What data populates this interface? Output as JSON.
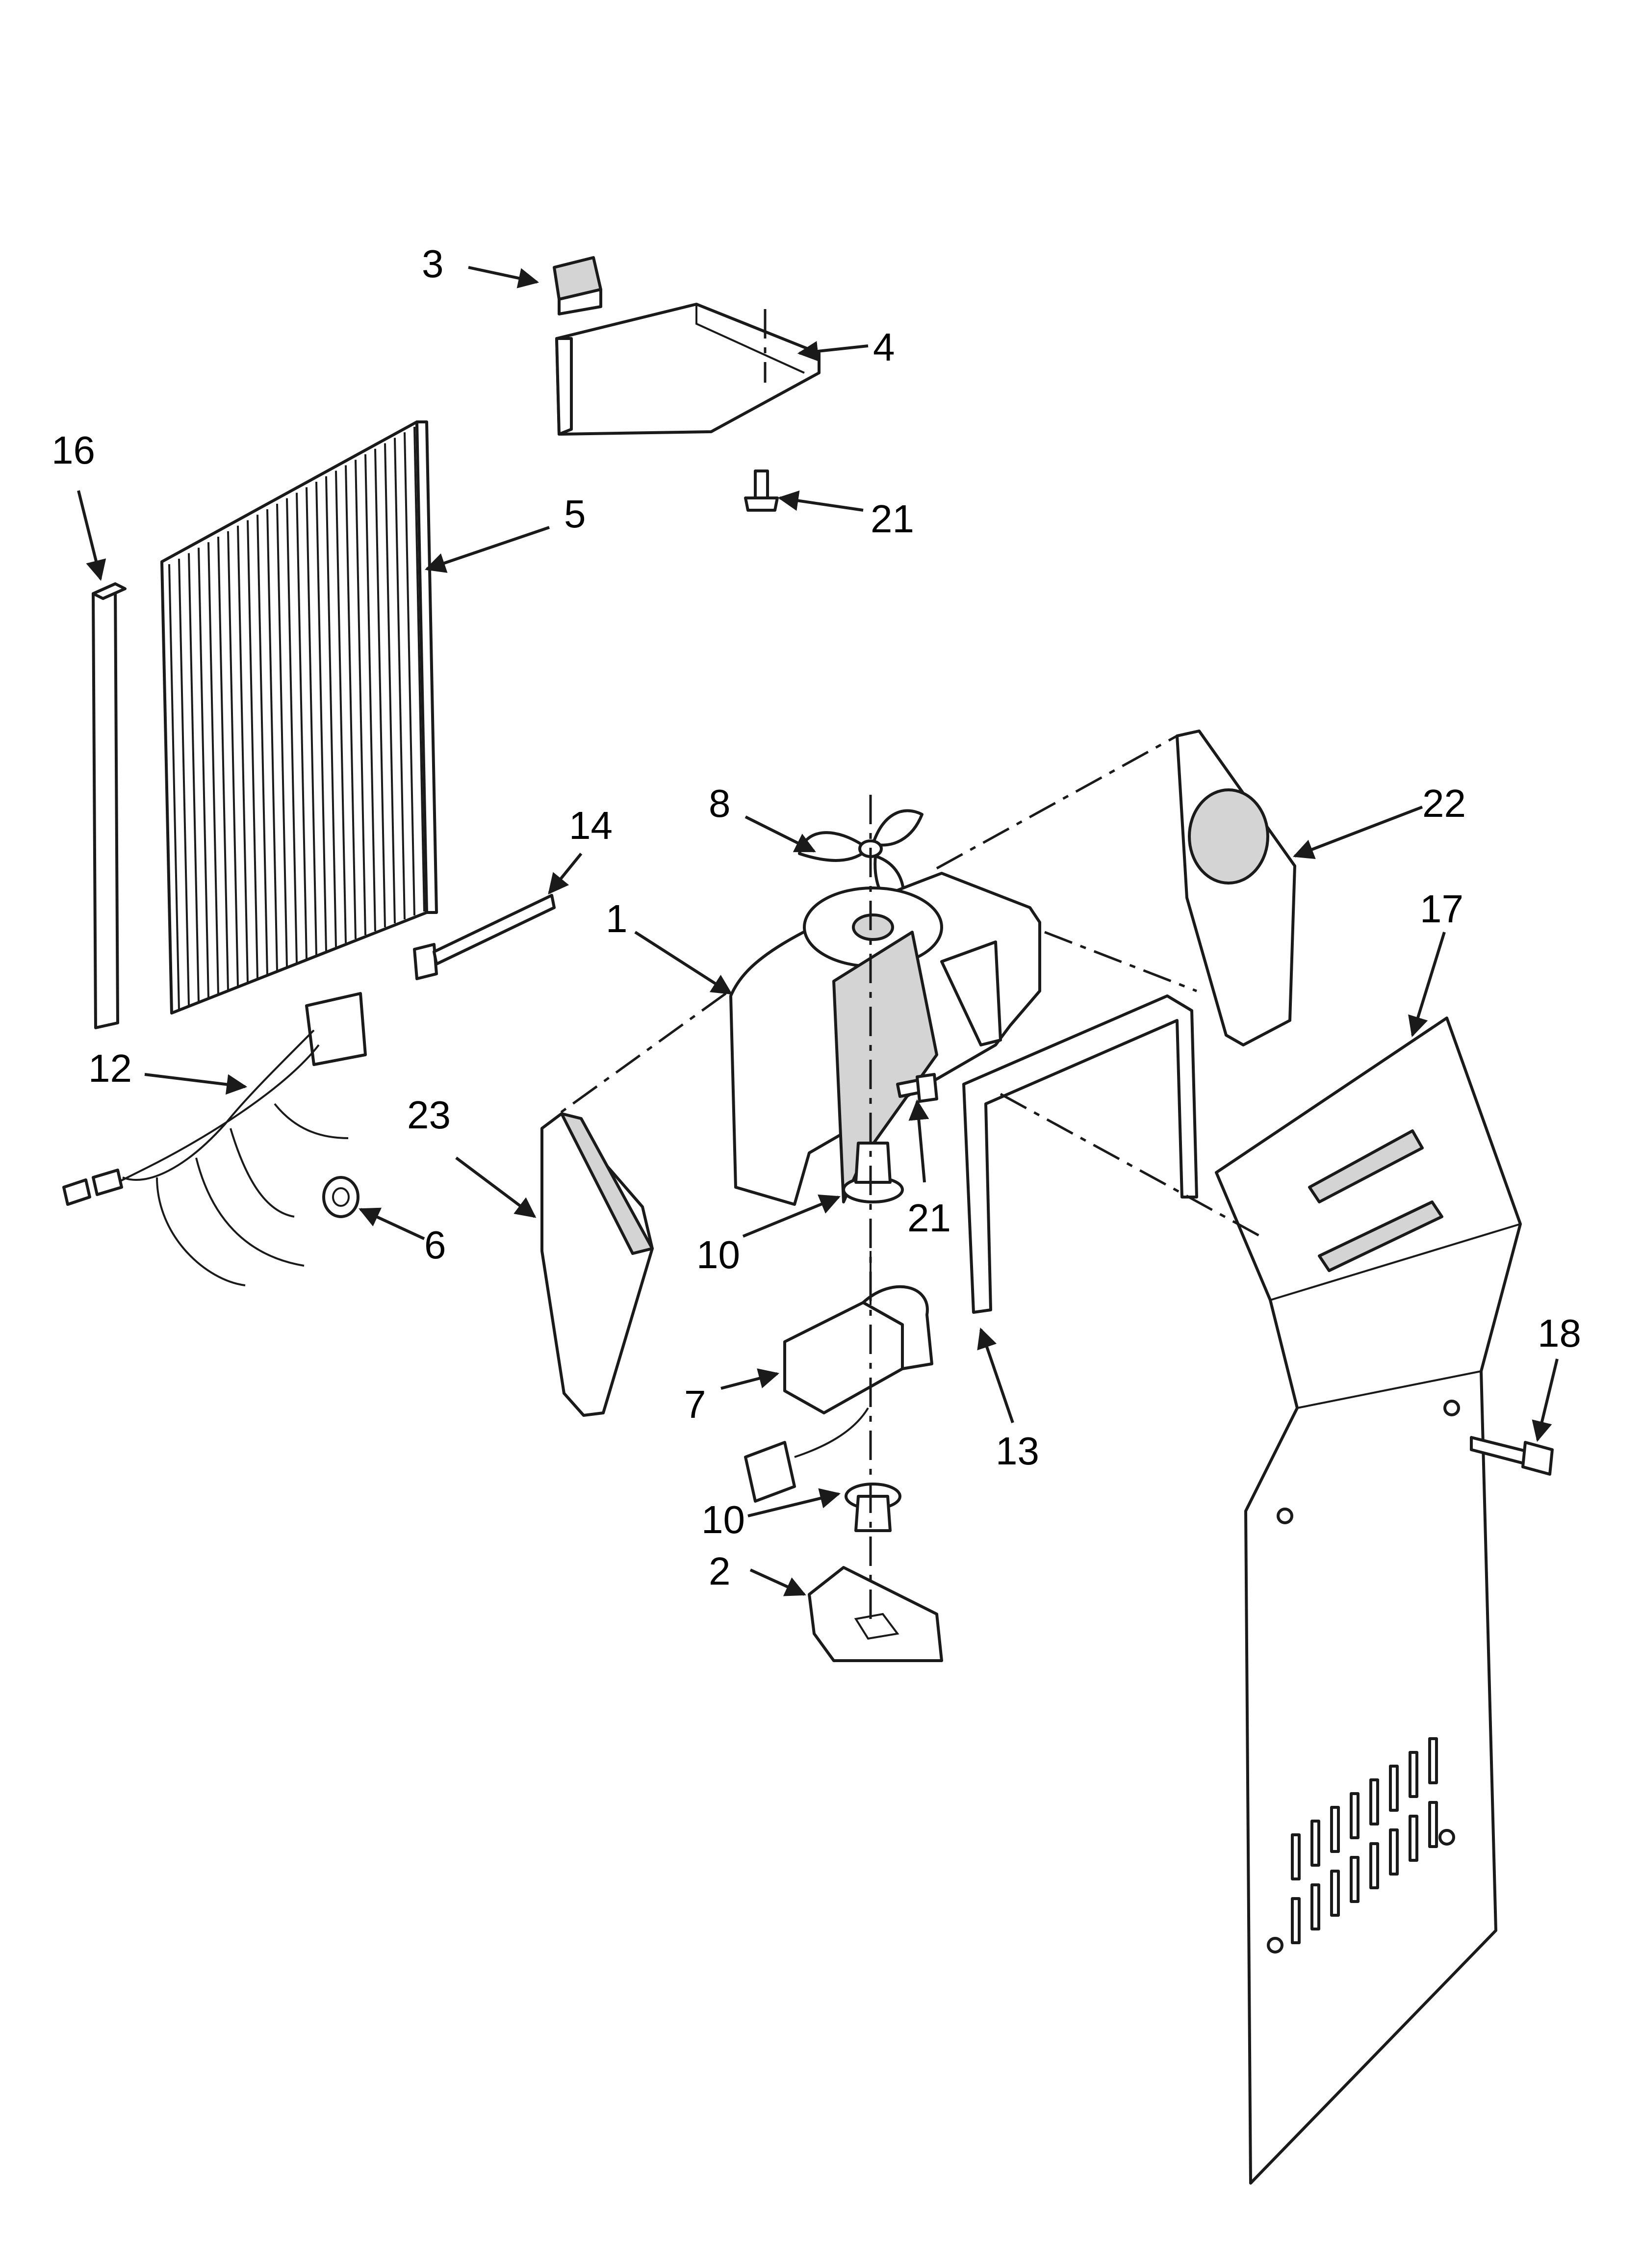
{
  "callouts": {
    "c1": "1",
    "c2": "2",
    "c3": "3",
    "c4": "4",
    "c5": "5",
    "c6": "6",
    "c7": "7",
    "c8": "8",
    "c10a": "10",
    "c10b": "10",
    "c12": "12",
    "c13": "13",
    "c14": "14",
    "c16": "16",
    "c17": "17",
    "c18": "18",
    "c21a": "21",
    "c21b": "21",
    "c22": "22",
    "c23": "23"
  },
  "colors": {
    "line": "#1a1a1a",
    "shade": "#d4d4d4",
    "background": "#ffffff"
  }
}
